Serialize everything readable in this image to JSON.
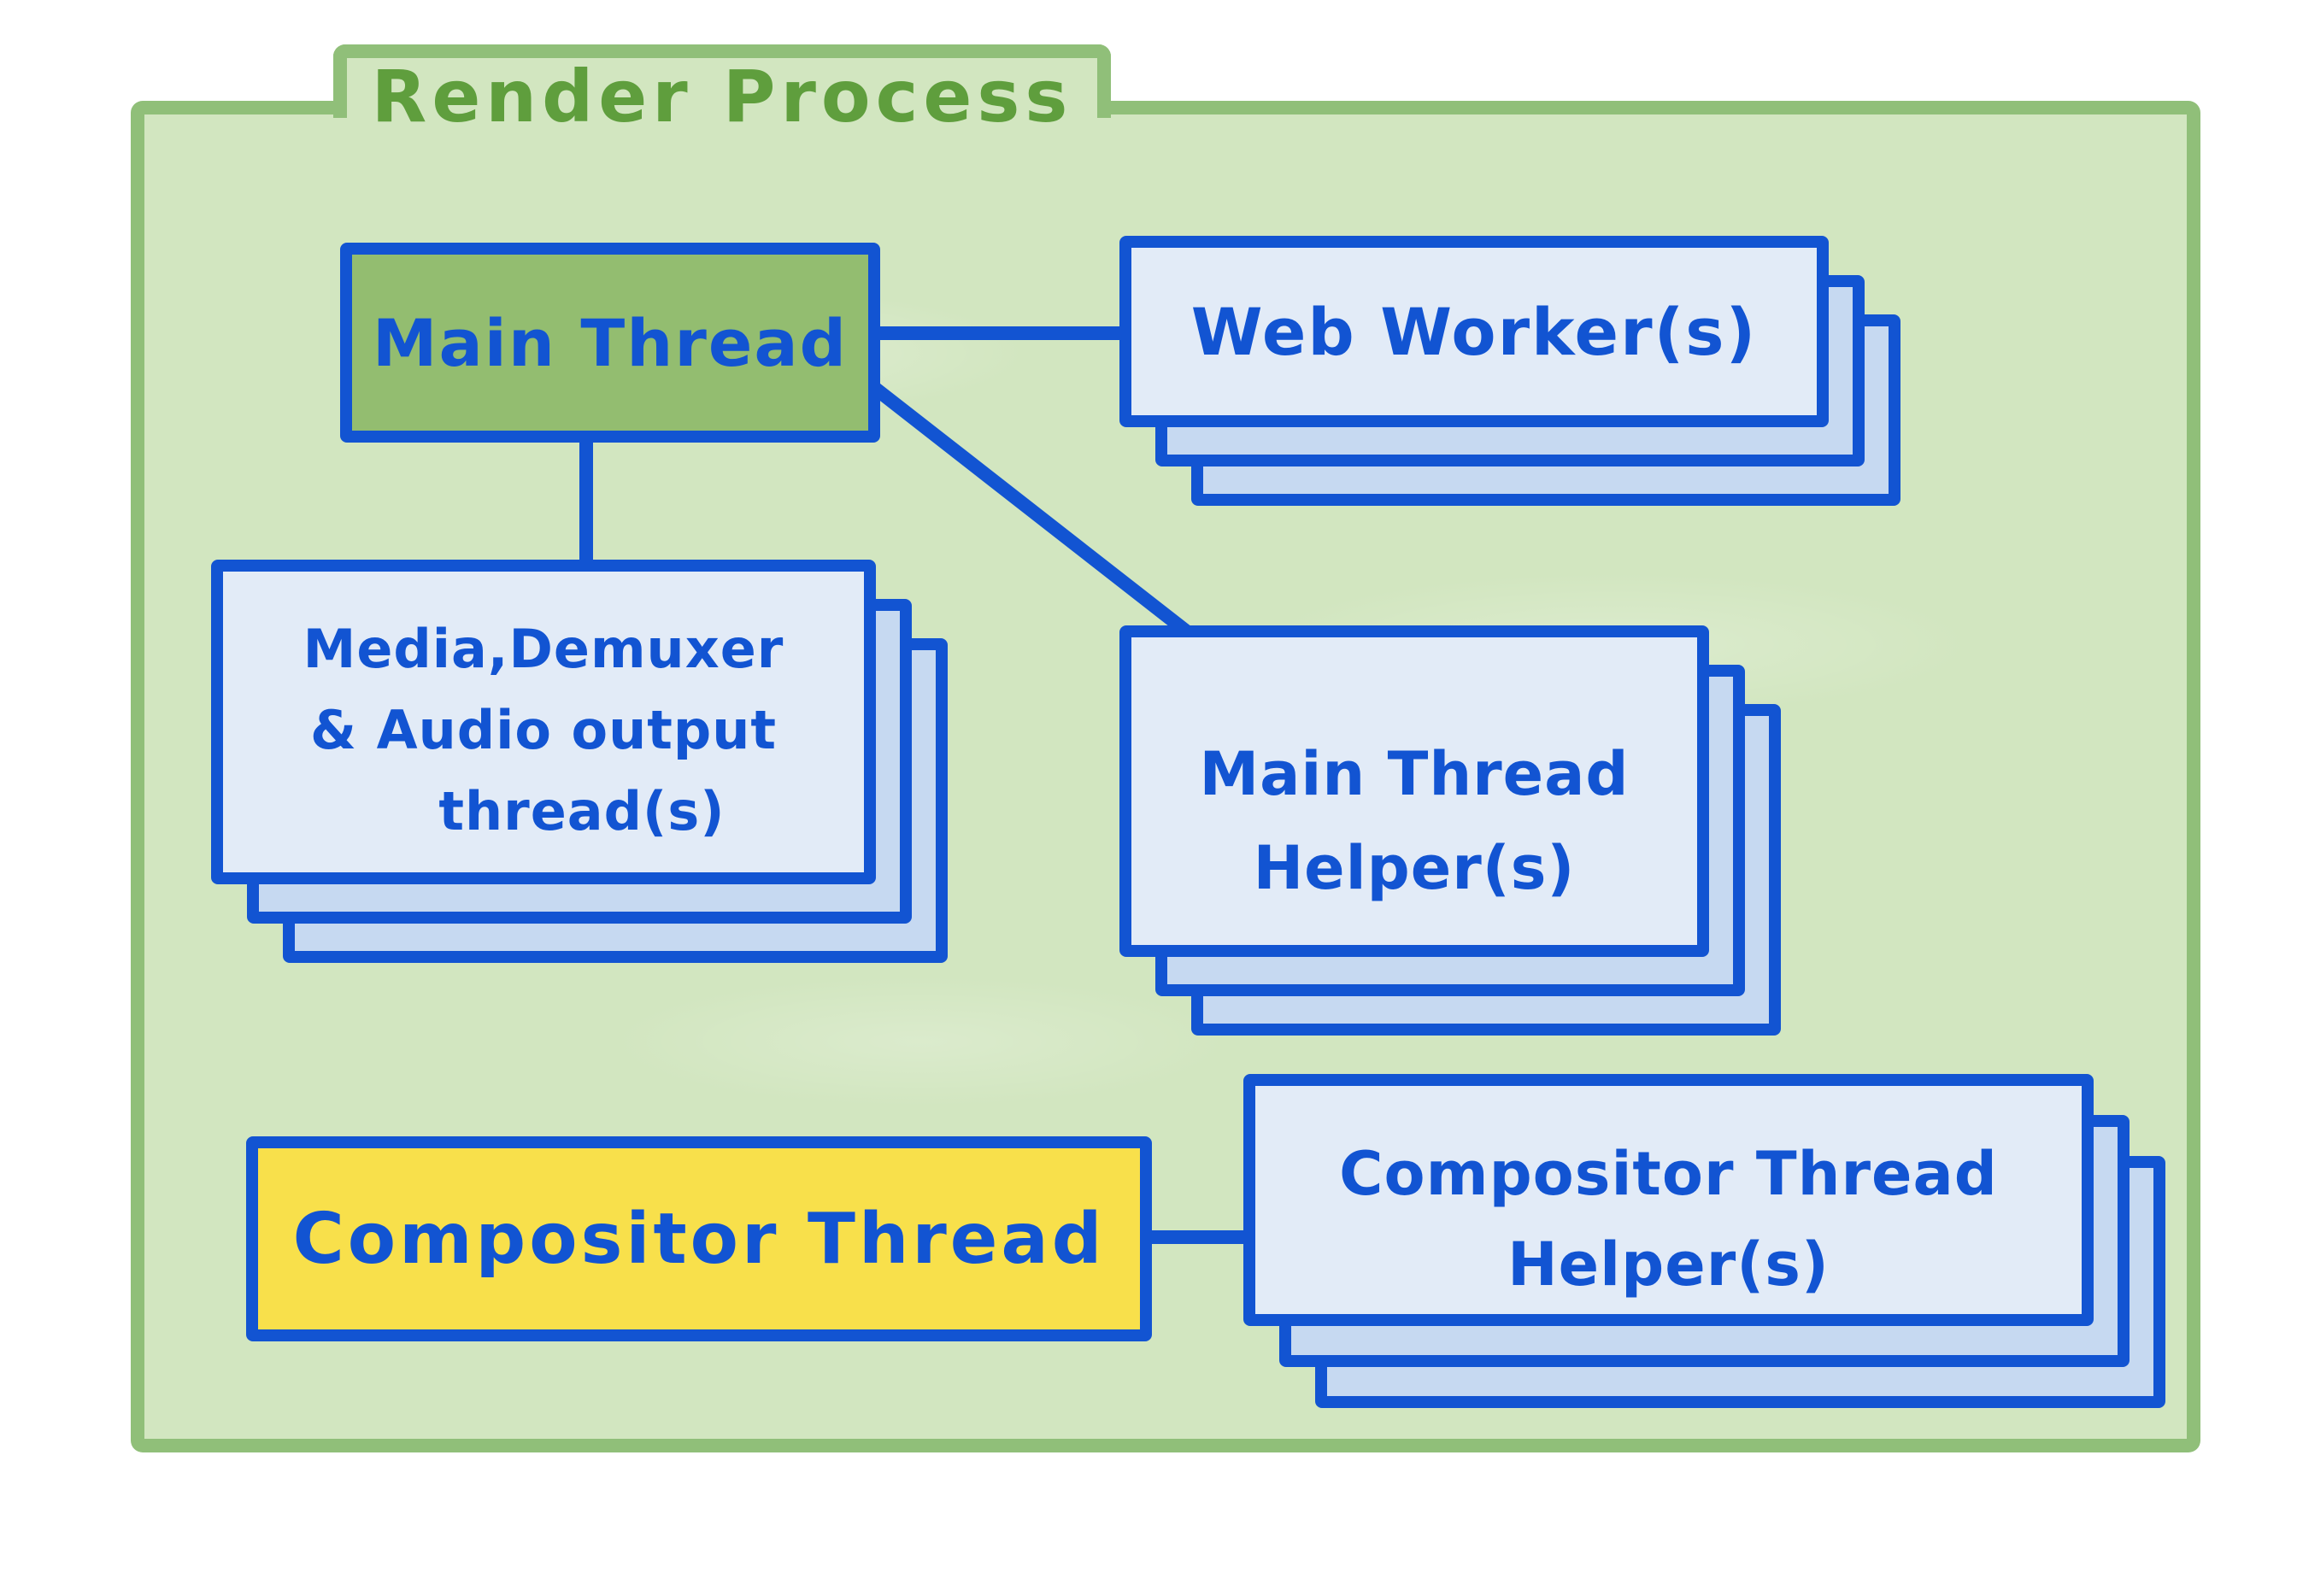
{
  "title": "Render Process",
  "boxes": {
    "main_thread": {
      "label": "Main Thread"
    },
    "web_workers": {
      "lines": [
        "Web Worker(s)"
      ]
    },
    "media_threads": {
      "lines": [
        "Media,Demuxer",
        "& Audio output",
        "thread(s)"
      ]
    },
    "main_thread_helpers": {
      "lines": [
        "Main Thread",
        "Helper(s)"
      ]
    },
    "compositor_thread": {
      "label": "Compositor Thread"
    },
    "compositor_thread_helpers": {
      "lines": [
        "Compositor Thread",
        "Helper(s)"
      ]
    }
  },
  "edges": [
    {
      "from": "main_thread",
      "to": "web_workers"
    },
    {
      "from": "main_thread",
      "to": "media_threads"
    },
    {
      "from": "main_thread",
      "to": "main_thread_helpers"
    },
    {
      "from": "compositor_thread",
      "to": "compositor_thread_helpers"
    }
  ],
  "colors": {
    "page_background": "#ffffff",
    "folder_fill": "#d2e6c0",
    "folder_border": "#90bf79",
    "title_green": "#5f9e3d",
    "line_blue": "#1254d2",
    "card_fill": "#e2ebf7",
    "card_under_fill": "#c6d9f1",
    "main_thread_fill": "#93bd70",
    "compositor_fill": "#f8e04b"
  }
}
